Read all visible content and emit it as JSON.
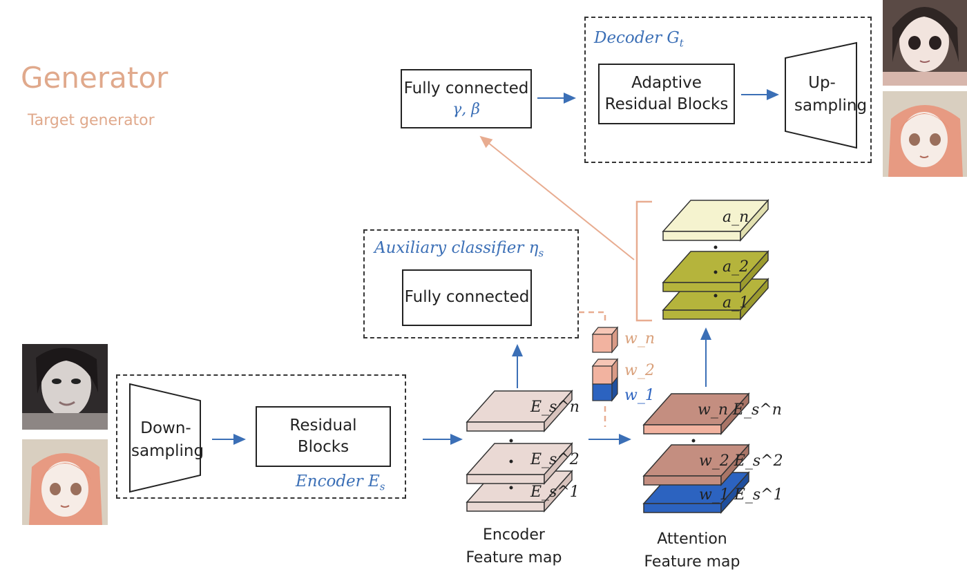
{
  "header": {
    "title": "Generator",
    "subtitle": "Target generator"
  },
  "decoder": {
    "label": "Decoder G",
    "label_sub": "t",
    "block": [
      "Adaptive",
      "Residual Blocks"
    ],
    "upsampling": [
      "Up-",
      "sampling"
    ]
  },
  "fc_top": {
    "line1": "Fully connected",
    "line2": "γ, β"
  },
  "aux": {
    "label": "Auxiliary classifier η",
    "label_sub": "s",
    "block": "Fully connected"
  },
  "encoder": {
    "label": "Encoder E",
    "label_sub": "s",
    "downsampling": [
      "Down-",
      "sampling"
    ],
    "residual": [
      "Residual",
      "Blocks"
    ]
  },
  "feature_maps": {
    "encoder_caption": [
      "Encoder",
      "Feature map"
    ],
    "attention_caption": [
      "Attention",
      "Feature map"
    ],
    "encoder_layers": [
      "E_s^n",
      "E_s^2",
      "E_s^1"
    ],
    "attention_layers": [
      "w_n E_s^n",
      "w_2 E_s^2",
      "w_1 E_s^1"
    ],
    "weight_labels": [
      "w_n",
      "w_2",
      "w_1"
    ],
    "activation_layers": [
      "a_n",
      "a_2",
      "a_1"
    ]
  },
  "colors": {
    "accent_title": "#e0a98c",
    "blue_label": "#3b6fb6",
    "arrow": "#3b6fb6",
    "salmon": "#f2b3a0",
    "brown": "#c48e80",
    "blue_block": "#2c63c0",
    "olive": "#b5b43c",
    "pale_yellow": "#f5f3cf",
    "gray_map": "#ead9d4"
  },
  "icons": [
    "selfie-photo-icon",
    "anime-girl-photo-icon"
  ]
}
